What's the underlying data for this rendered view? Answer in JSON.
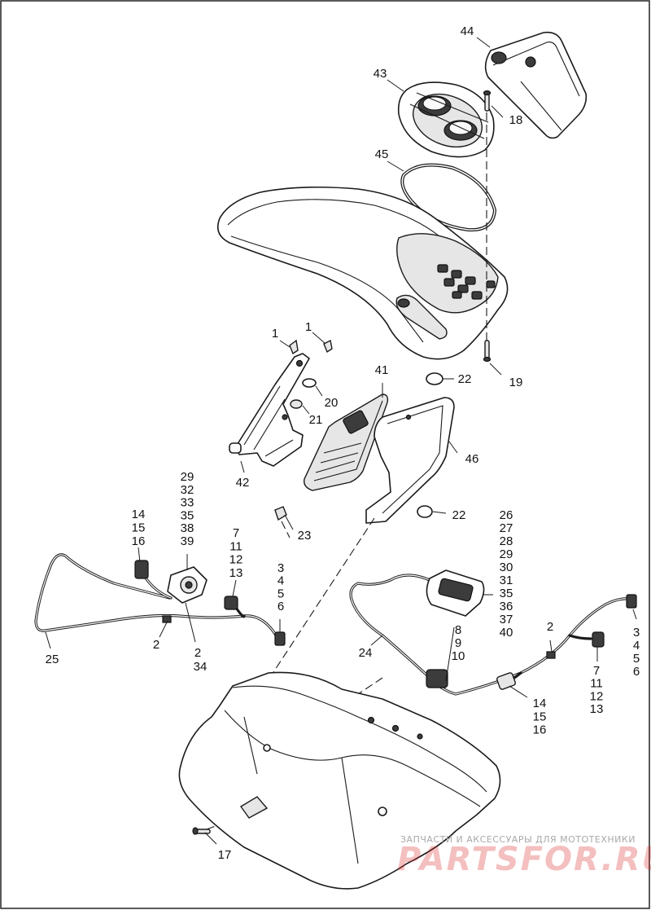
{
  "callouts": {
    "c1a": "1",
    "c1b": "1",
    "c2a": "2",
    "c2b": "2",
    "c2c": "2",
    "c17": "17",
    "c18": "18",
    "c19": "19",
    "c20": "20",
    "c21": "21",
    "c22a": "22",
    "c22b": "22",
    "c23": "23",
    "c24": "24",
    "c25": "25",
    "c34": "34",
    "c41": "41",
    "c42": "42",
    "c43": "43",
    "c44": "44",
    "c45": "45",
    "c46": "46",
    "stack_left_connector": [
      "14",
      "15",
      "16"
    ],
    "stack_left_switch": [
      "29",
      "32",
      "33",
      "35",
      "38",
      "39"
    ],
    "stack_left_plug": [
      "7",
      "11",
      "12",
      "13"
    ],
    "stack_left_term": [
      "3",
      "4",
      "5",
      "6"
    ],
    "stack_right_switch": [
      "26",
      "27",
      "28",
      "29",
      "30",
      "31",
      "35",
      "36",
      "37",
      "40"
    ],
    "stack_right_810": [
      "8",
      "9",
      "10"
    ],
    "stack_right_term": [
      "3",
      "4",
      "5",
      "6"
    ],
    "stack_right_plug": [
      "7",
      "11",
      "12",
      "13"
    ],
    "stack_right_connector": [
      "14",
      "15",
      "16"
    ]
  },
  "watermark": {
    "tagline": "ЗАПЧАСТИ И АКСЕССУАРЫ ДЛЯ МОТОТЕХНИКИ",
    "site": "PARTSFOR.RU"
  }
}
